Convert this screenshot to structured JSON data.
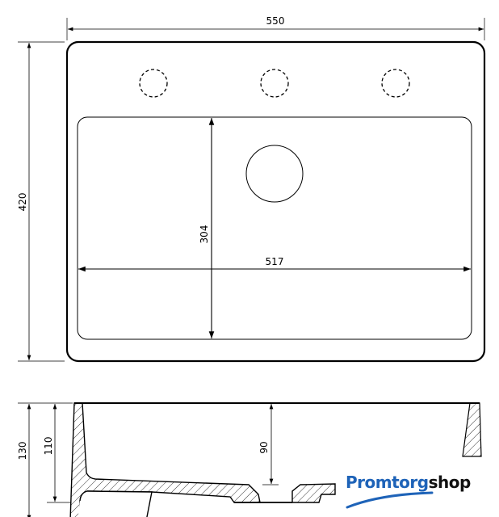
{
  "top_view": {
    "width_label": "550",
    "height_label": "420",
    "basin_depth_label": "304",
    "basin_width_label": "517"
  },
  "section_view": {
    "total_height_label": "130",
    "inner_height_label": "110",
    "bowl_depth_label": "90"
  },
  "logo": {
    "part1": "Promtorg",
    "part2": "shop",
    "color": "#1e63b8"
  }
}
